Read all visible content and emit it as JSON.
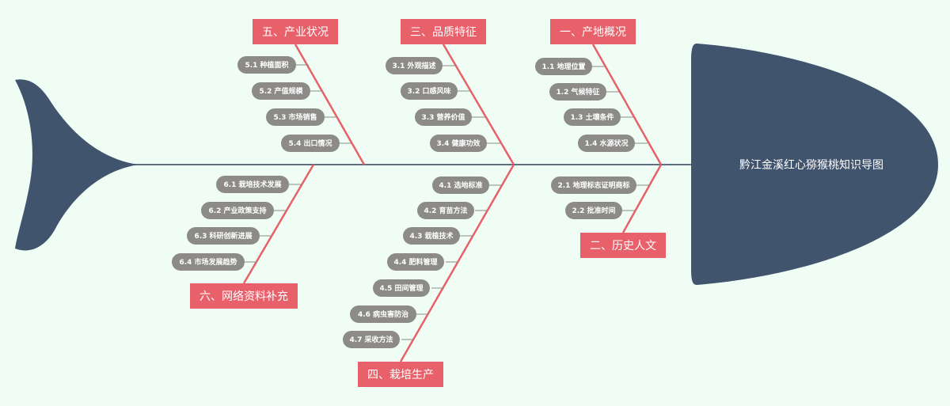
{
  "title": "黔江金溪红心猕猴桃知识导图",
  "colors": {
    "background": "#f0fdf4",
    "fish": "#40546e",
    "category": "#e8606a",
    "pill": "#8d8b88",
    "spine": "#2f4260"
  },
  "categories": [
    {
      "id": "c1",
      "label": "一、产地概况",
      "items": [
        "1.1 地理位置",
        "1.2 气候特征",
        "1.3 土壤条件",
        "1.4 水源状况"
      ]
    },
    {
      "id": "c2",
      "label": "二、历史人文",
      "items": [
        "2.1 地理标志证明商标",
        "2.2 批准时间"
      ]
    },
    {
      "id": "c3",
      "label": "三、品质特征",
      "items": [
        "3.1 外观描述",
        "3.2 口感风味",
        "3.3 营养价值",
        "3.4 健康功效"
      ]
    },
    {
      "id": "c4",
      "label": "四、栽培生产",
      "items": [
        "4.1 选地标准",
        "4.2 育苗方法",
        "4.3 栽植技术",
        "4.4 肥料管理",
        "4.5 田间管理",
        "4.6 病虫害防治",
        "4.7 采收方法"
      ]
    },
    {
      "id": "c5",
      "label": "五、产业状况",
      "items": [
        "5.1 种植面积",
        "5.2 产值规模",
        "5.3 市场销售",
        "5.4 出口情况"
      ]
    },
    {
      "id": "c6",
      "label": "六、网络资料补充",
      "items": [
        "6.1 栽培技术发展",
        "6.2 产业政策支持",
        "6.3 科研创新进展",
        "6.4 市场发展趋势"
      ]
    }
  ]
}
